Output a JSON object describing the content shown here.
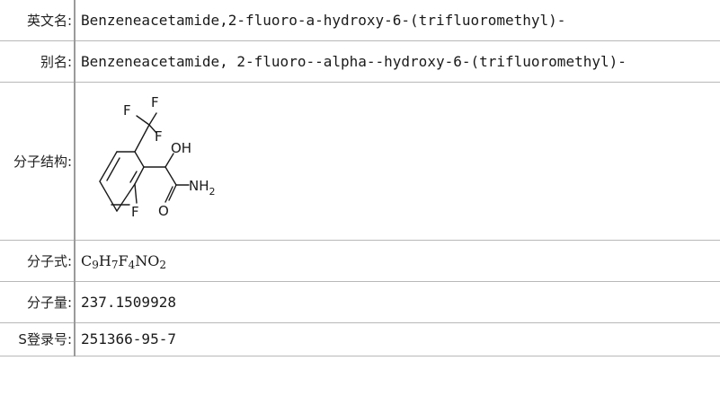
{
  "rows": {
    "english_name": {
      "label": "英文名:",
      "value": "Benzeneacetamide,2-fluoro-a-hydroxy-6-(trifluoromethyl)-"
    },
    "alias": {
      "label": "别名:",
      "value": "Benzeneacetamide, 2-fluoro--alpha--hydroxy-6-(trifluoromethyl)-"
    },
    "structure": {
      "label": "分子结构:",
      "atoms": {
        "f_top": "F",
        "f_left": "F",
        "f_right": "F",
        "oh": "OH",
        "f_ring": "F",
        "o_carbonyl": "O",
        "nh2_main": "NH",
        "nh2_sub": "2"
      }
    },
    "formula": {
      "label": "分子式:",
      "parts": [
        {
          "t": "C",
          "s": "9"
        },
        {
          "t": "H",
          "s": "7"
        },
        {
          "t": "F",
          "s": "4"
        },
        {
          "t": "NO",
          "s": "2"
        }
      ]
    },
    "molecular_weight": {
      "label": "分子量:",
      "value": "237.1509928"
    },
    "cas": {
      "label": "S登录号:",
      "value": "251366-95-7"
    }
  }
}
